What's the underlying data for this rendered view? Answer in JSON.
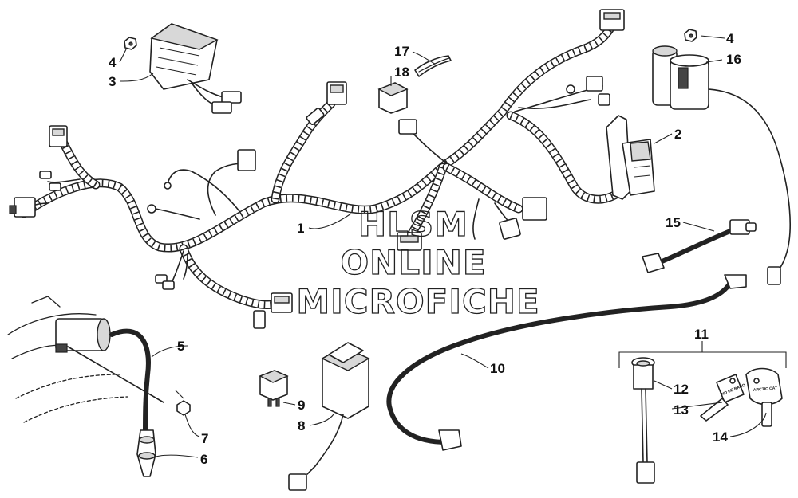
{
  "watermark": {
    "line1": "HLSM",
    "line2": "ONLINE",
    "line3": "MICROFICHE"
  },
  "callouts": [
    {
      "id": "c1",
      "label": "1"
    },
    {
      "id": "c2",
      "label": "2"
    },
    {
      "id": "c3",
      "label": "3"
    },
    {
      "id": "c4a",
      "label": "4"
    },
    {
      "id": "c4b",
      "label": "4"
    },
    {
      "id": "c5",
      "label": "5"
    },
    {
      "id": "c6",
      "label": "6"
    },
    {
      "id": "c7",
      "label": "7"
    },
    {
      "id": "c8",
      "label": "8"
    },
    {
      "id": "c9",
      "label": "9"
    },
    {
      "id": "c10",
      "label": "10"
    },
    {
      "id": "c11",
      "label": "11"
    },
    {
      "id": "c12",
      "label": "12"
    },
    {
      "id": "c13",
      "label": "13"
    },
    {
      "id": "c14",
      "label": "14"
    },
    {
      "id": "c15",
      "label": "15"
    },
    {
      "id": "c16",
      "label": "16"
    },
    {
      "id": "c17",
      "label": "17"
    },
    {
      "id": "c18",
      "label": "18"
    }
  ],
  "key_tags": {
    "left": "NO DE BARO",
    "right": "ARCTIC CAT"
  }
}
